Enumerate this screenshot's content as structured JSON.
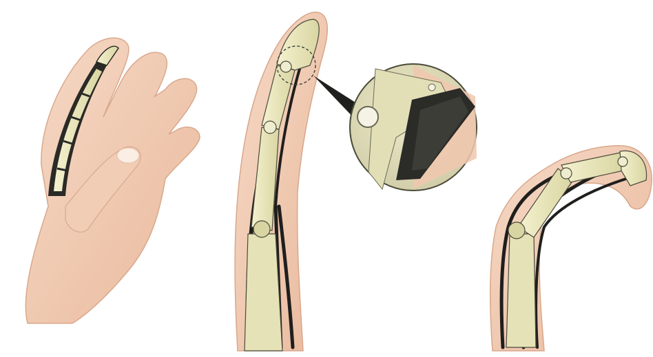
{
  "figure": {
    "panels": [
      {
        "id": "hand-with-robotic-finger"
      },
      {
        "id": "finger-extended-with-detail"
      },
      {
        "id": "finger-flexed"
      }
    ]
  }
}
